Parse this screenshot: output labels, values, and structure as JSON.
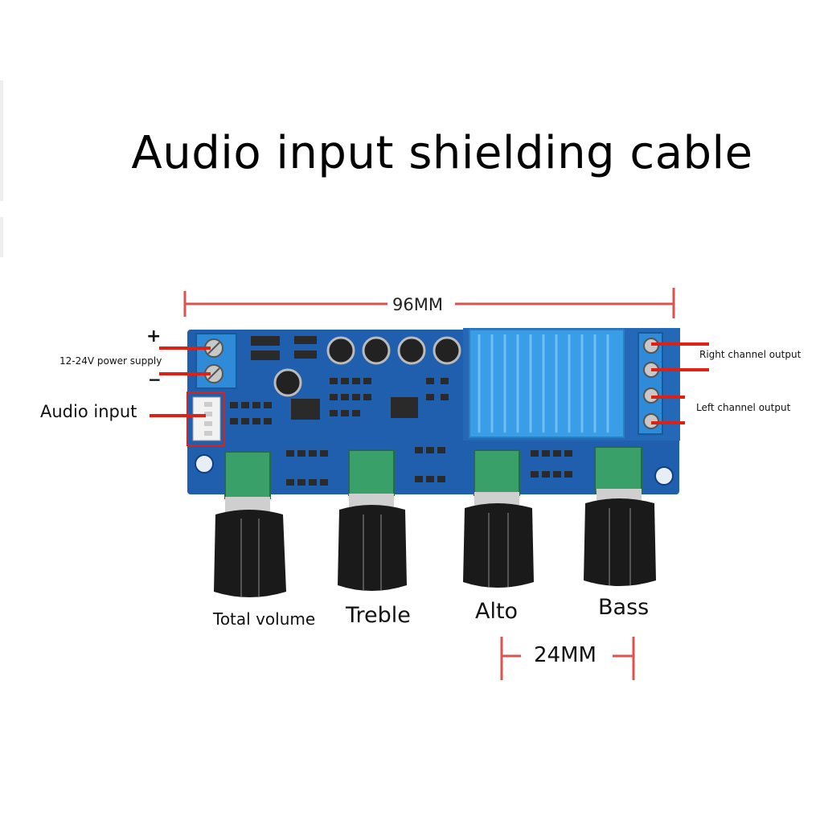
{
  "title": "Audio input shielding cable",
  "dimensions": {
    "width_label": "96MM",
    "knob_spacing_label": "24MM"
  },
  "labels": {
    "power_supply": "12-24V power supply",
    "plus_sign": "+",
    "minus_sign": "−",
    "audio_input": "Audio input",
    "right_output": "Right channel output",
    "left_output": "Left channel output"
  },
  "knobs": [
    {
      "label": "Total volume"
    },
    {
      "label": "Treble"
    },
    {
      "label": "Alto"
    },
    {
      "label": "Bass"
    }
  ],
  "colors": {
    "pcb": "#1f5fae",
    "heatsink": "#3a9ee6",
    "potentiometer": "#3aa06a",
    "knob": "#1a1a1a",
    "leader_line": "#e02010",
    "dimension_line": "#d9534f"
  }
}
